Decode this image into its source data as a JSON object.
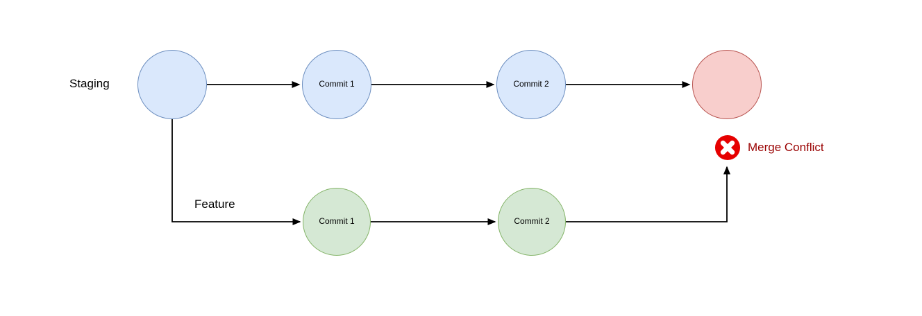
{
  "diagram": {
    "background": "#ffffff",
    "connector_color": "#000000",
    "branches": {
      "staging": {
        "label": "Staging"
      },
      "feature": {
        "label": "Feature"
      }
    },
    "nodes": {
      "staging_start": {
        "label": "",
        "fill": "#dae8fc",
        "stroke": "#6c8ebf"
      },
      "staging_commit1": {
        "label": "Commit 1",
        "fill": "#dae8fc",
        "stroke": "#6c8ebf"
      },
      "staging_commit2": {
        "label": "Commit 2",
        "fill": "#dae8fc",
        "stroke": "#6c8ebf"
      },
      "merge_node": {
        "label": "",
        "fill": "#f8cecc",
        "stroke": "#b85450"
      },
      "feature_commit1": {
        "label": "Commit 1",
        "fill": "#d5e8d4",
        "stroke": "#82b366"
      },
      "feature_commit2": {
        "label": "Commit 2",
        "fill": "#d5e8d4",
        "stroke": "#82b366"
      }
    },
    "conflict": {
      "label": "Merge Conflict",
      "text_color": "#990000",
      "icon_fill": "#e60000",
      "icon_glyph_color": "#ffffff"
    }
  }
}
